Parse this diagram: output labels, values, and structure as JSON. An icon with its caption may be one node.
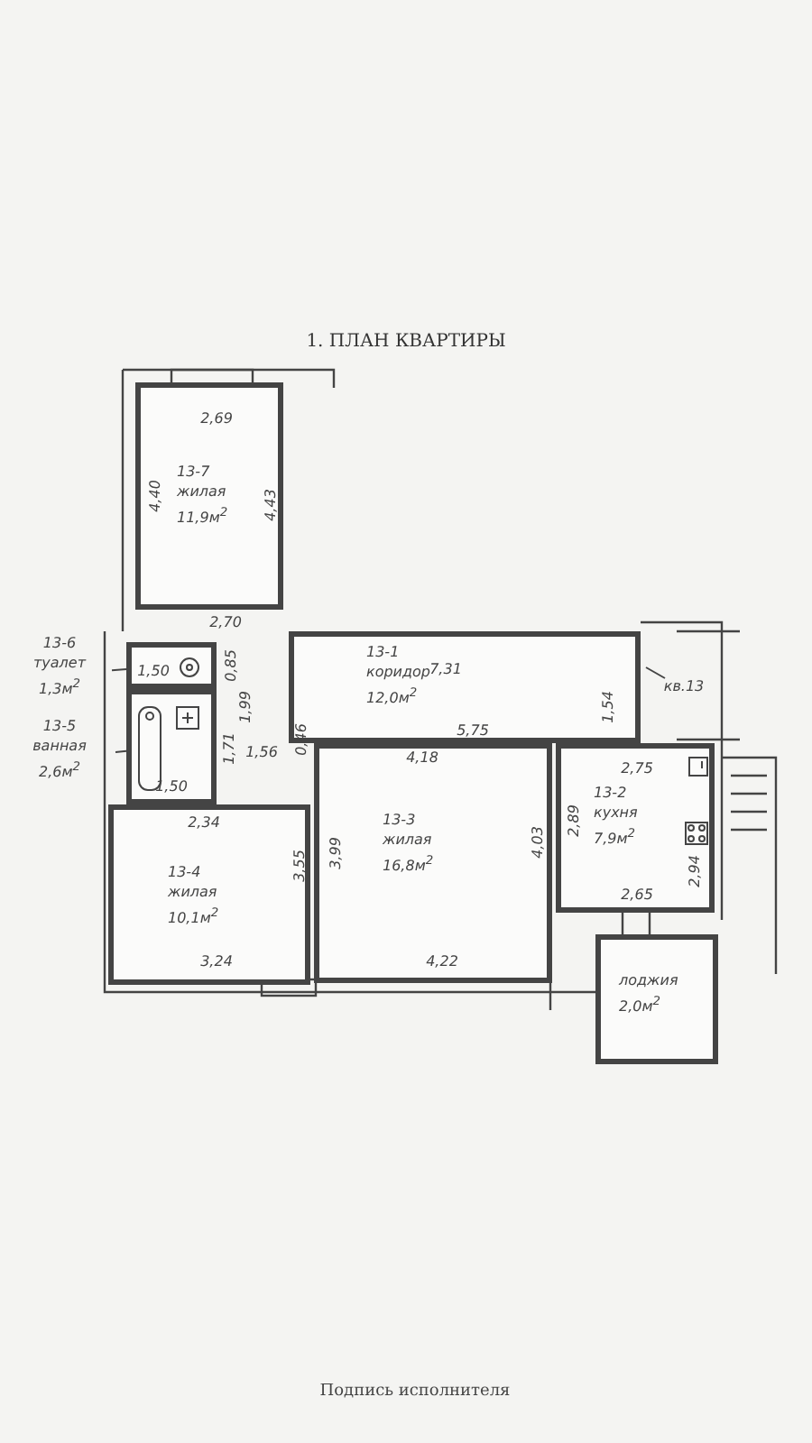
{
  "diagram": {
    "title": "1. ПЛАН КВАРТИРЫ",
    "nodes": [
      {
        "text": [
          "13-7",
          "жилая",
          "11,9м$^{2}$"
        ]
      },
      {
        "text": [
          "13-1",
          "коридор",
          "12,0м$^{2}$"
        ]
      },
      {
        "text": [
          "13-6",
          "туалет",
          "1,3м$^{2}$"
        ]
      },
      {
        "text": [],
        "shape": "box"
      },
      {
        "text": [
          "13-5",
          "ванная",
          "2,6м$^{2}$"
        ]
      },
      {
        "text": [],
        "shape": "box"
      },
      {
        "text": [
          "13-4",
          "жилая",
          "10,1м$^{2}$"
        ]
      },
      {
        "text": [
          "13-3",
          "жилая",
          "16,8м$^{2}$"
        ]
      },
      {
        "text": [
          "13-2",
          "кухня",
          "7,9м$^{2}$"
        ]
      },
      {
        "text": [
          "лоджия",
          "2,0м$^{2}$"
        ]
      },
      {
        "text": [
          "кв.13"
        ]
      }
    ],
    "edges": [
      {
        "from": 2,
        "to": 3,
        "arrow": "none"
      },
      {
        "from": 4,
        "to": 5,
        "arrow": "none"
      },
      {
        "from": 10,
        "to": null,
        "arrow": "none"
      }
    ],
    "labels": [
      "2,69",
      "4,40",
      "4,43",
      "2,70",
      "7,31",
      "1,54",
      "1,50",
      "0,85",
      "1,99",
      "1,56",
      "0,46",
      "5,75",
      "4,18",
      "2,75",
      "1,71",
      "1,50",
      "2,34",
      "2,89",
      "3,55",
      "3,99",
      "4,03",
      "2,94",
      "2,65",
      "3,24",
      "4,22",
      "Подпись исполнителя"
    ]
  }
}
